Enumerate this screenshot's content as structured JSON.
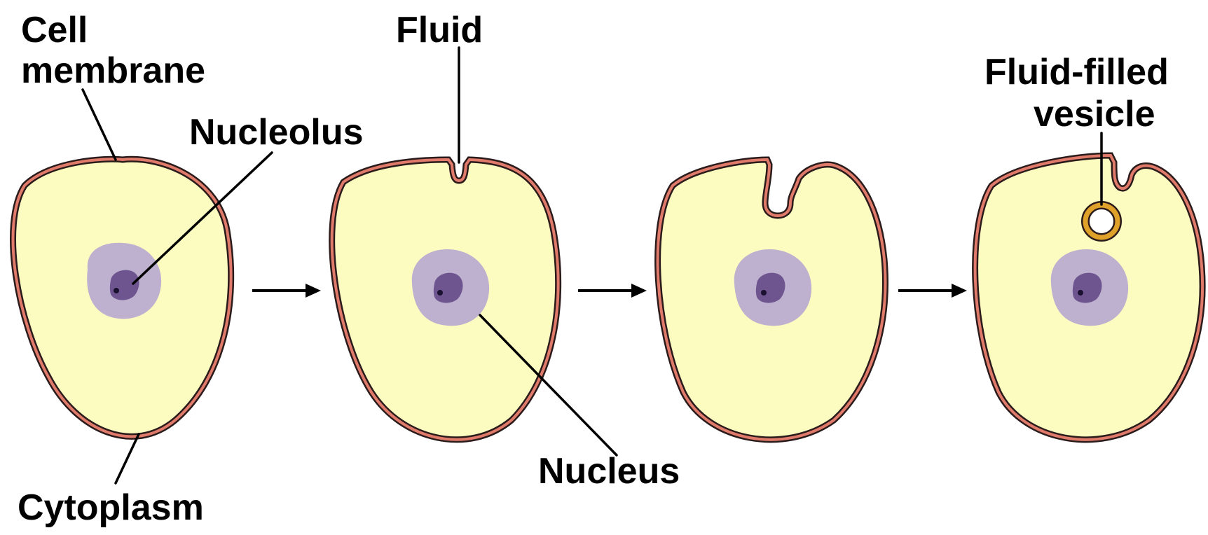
{
  "labels": {
    "cell_membrane_line1": "Cell",
    "cell_membrane_line2": "membrane",
    "nucleolus": "Nucleolus",
    "cytoplasm": "Cytoplasm",
    "fluid": "Fluid",
    "nucleus": "Nucleus",
    "vesicle_line1": "Fluid-filled",
    "vesicle_line2": "vesicle"
  },
  "colors": {
    "cytoplasm": "#fdfcc0",
    "membrane_outer": "#2b1b1b",
    "membrane_fill": "#e07a6a",
    "nucleus": "#bdb1cf",
    "nucleolus": "#6e5590",
    "nucleolus_dot": "#1a1030",
    "vesicle_ring": "#e0a12a",
    "text": "#000000"
  }
}
